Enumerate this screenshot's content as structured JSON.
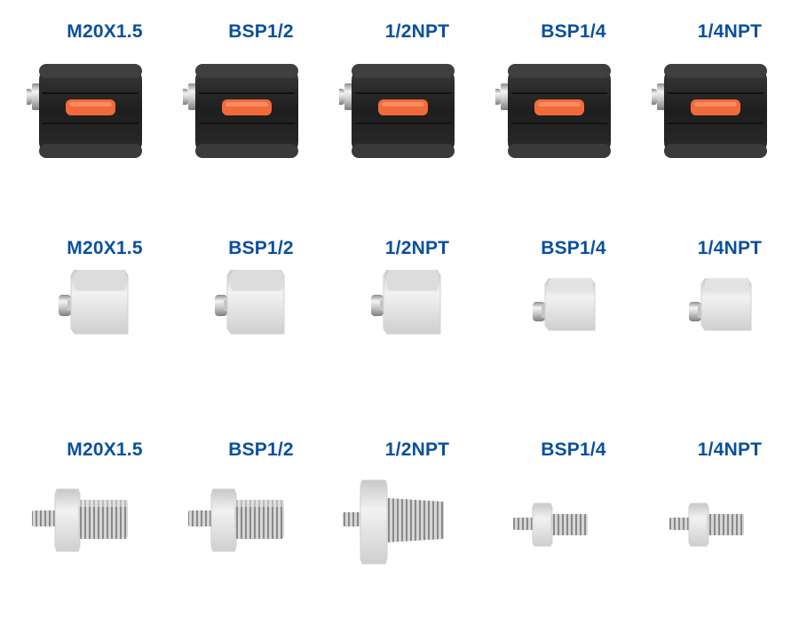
{
  "rows": [
    {
      "kind": "quick-connect-knob",
      "icon": "knob-adapter-icon",
      "items": [
        {
          "label": "M20X1.5"
        },
        {
          "label": "BSP1/2"
        },
        {
          "label": "1/2NPT"
        },
        {
          "label": "BSP1/4"
        },
        {
          "label": "1/4NPT"
        }
      ]
    },
    {
      "kind": "female-hex-adapter",
      "icon": "female-hex-adapter-icon",
      "items": [
        {
          "label": "M20X1.5"
        },
        {
          "label": "BSP1/2"
        },
        {
          "label": "1/2NPT"
        },
        {
          "label": "BSP1/4"
        },
        {
          "label": "1/4NPT"
        }
      ]
    },
    {
      "kind": "male-threaded-adapter",
      "icon": "male-threaded-adapter-icon",
      "items": [
        {
          "label": "M20X1.5"
        },
        {
          "label": "BSP1/2"
        },
        {
          "label": "1/2NPT"
        },
        {
          "label": "BSP1/4"
        },
        {
          "label": "1/4NPT"
        }
      ]
    }
  ],
  "colors": {
    "label": "#0a4f9e",
    "knob_body": "#1d1d1d",
    "knob_window": "#f26a3a",
    "metal": "#dcdcdc"
  }
}
